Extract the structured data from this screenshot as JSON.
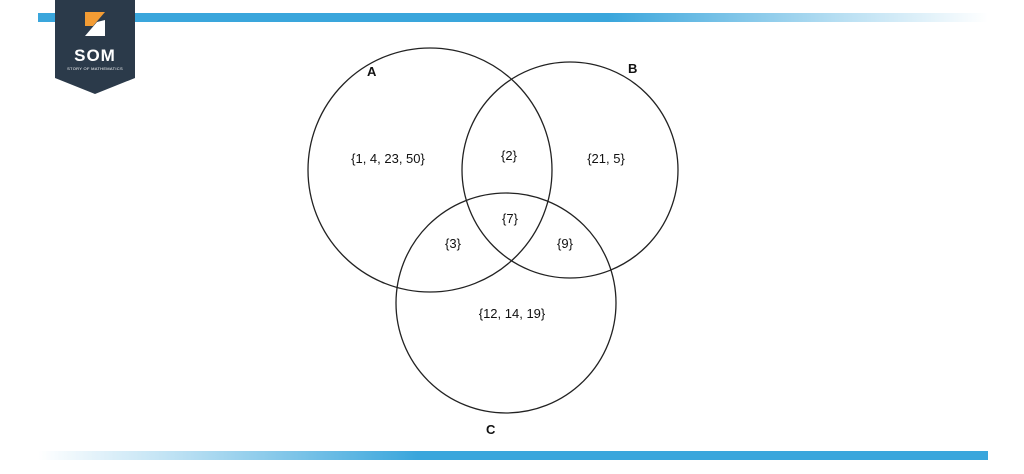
{
  "logo": {
    "text": "SOM",
    "subtitle": "STORY OF MATHEMATICS"
  },
  "colors": {
    "accent": "#3aa6dc",
    "logo_bg": "#2b3a4a",
    "logo_mark": "#f39c34"
  },
  "venn": {
    "set_labels": {
      "a": "A",
      "b": "B",
      "c": "C"
    },
    "regions": {
      "a_only": "{1, 4, 23, 50}",
      "a_b": "{2}",
      "b_only": "{21, 5}",
      "a_b_c": "{7}",
      "a_c": "{3}",
      "b_c": "{9}",
      "c_only": "{12, 14, 19}"
    }
  }
}
